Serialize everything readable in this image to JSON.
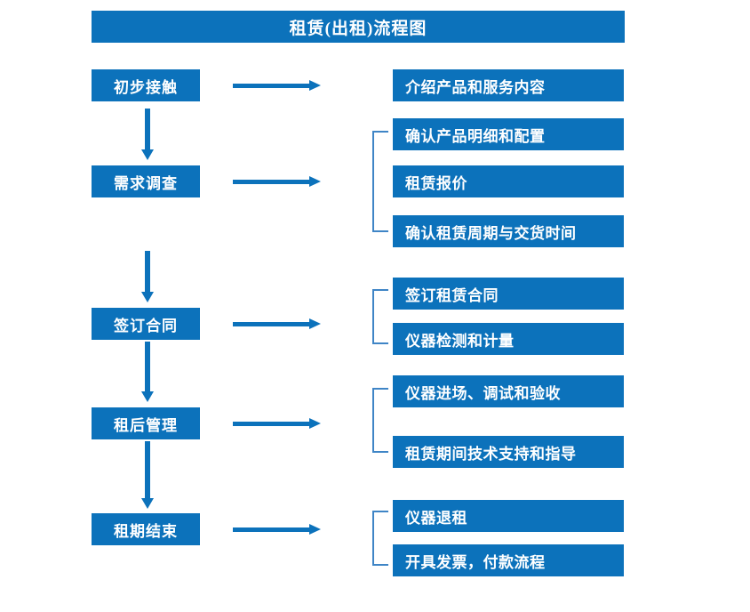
{
  "diagram": {
    "title": "租赁(出租)流程图",
    "accent_color": "#0c72bb",
    "bracket_color": "#3f85c6",
    "text_color": "#ffffff",
    "background_color": "#ffffff",
    "stages": [
      {
        "label": "初步接触",
        "details": [
          "介绍产品和服务内容"
        ]
      },
      {
        "label": "需求调查",
        "details": [
          "确认产品明细和配置",
          "租赁报价",
          "确认租赁周期与交货时间"
        ]
      },
      {
        "label": "签订合同",
        "details": [
          "签订租赁合同",
          "仪器检测和计量"
        ]
      },
      {
        "label": "租后管理",
        "details": [
          "仪器进场、调试和验收",
          "租赁期间技术支持和指导"
        ]
      },
      {
        "label": "租期结束",
        "details": [
          "仪器退租",
          "开具发票，付款流程"
        ]
      }
    ],
    "connectors": {
      "horizontal_arrow_icon": "arrow-right-icon",
      "vertical_arrow_icon": "arrow-down-icon",
      "group_bracket_icon": "bracket-left-icon"
    }
  }
}
